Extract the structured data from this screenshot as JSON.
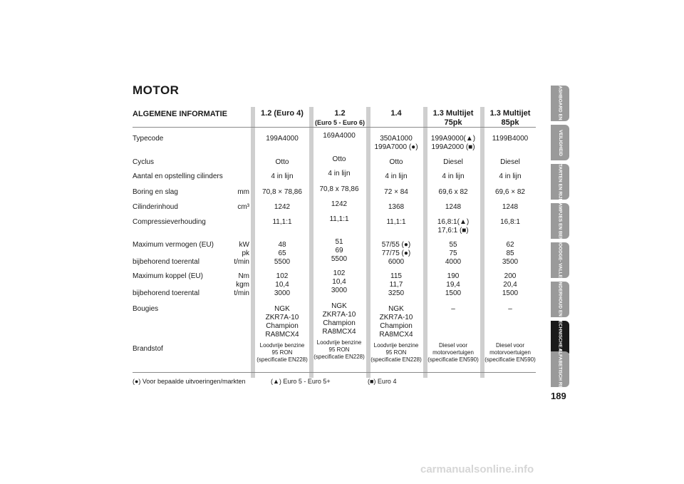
{
  "page_title": "MOTOR",
  "section_title": "ALGEMENE INFORMATIE",
  "columns": [
    {
      "title": "1.2 (Euro 4)",
      "subtitle": ""
    },
    {
      "title": "1.2",
      "subtitle": "(Euro 5 - Euro 6)"
    },
    {
      "title": "1.4",
      "subtitle": ""
    },
    {
      "title": "1.3 Multijet",
      "subtitle": "75pk"
    },
    {
      "title": "1.3 Multijet",
      "subtitle": "85pk"
    }
  ],
  "rows": {
    "typecode": {
      "label": "Typecode",
      "unit": "",
      "values": [
        "199A4000",
        "169A4000",
        "350A1000\n199A7000 (●)",
        "199A9000(▲)\n199A2000 (■)",
        "1199B4000"
      ]
    },
    "cyclus": {
      "label": "Cyclus",
      "unit": "",
      "values": [
        "Otto",
        "Otto",
        "Otto",
        "Diesel",
        "Diesel"
      ]
    },
    "cilinders": {
      "label": "Aantal en opstelling cilinders",
      "unit": "",
      "values": [
        "4 in lijn",
        "4 in lijn",
        "4 in lijn",
        "4 in lijn",
        "4 in lijn"
      ]
    },
    "boring": {
      "label": "Boring en slag",
      "unit": "mm",
      "values": [
        "70,8 × 78,86",
        "70,8 x 78,86",
        "72 × 84",
        "69,6 x 82",
        "69,6 × 82"
      ]
    },
    "inhoud": {
      "label": "Cilinderinhoud",
      "unit": "cm³",
      "values": [
        "1242",
        "1242",
        "1368",
        "1248",
        "1248"
      ]
    },
    "compressie": {
      "label": "Compressieverhouding",
      "unit": "",
      "values": [
        "11,1:1",
        "11,1:1",
        "11,1:1",
        "16,8:1(▲)\n17,6:1 (■)",
        "16,8:1"
      ]
    },
    "vermogen": {
      "label": "Maximum vermogen (EU)",
      "unit": "kW\npk",
      "label2": "bijbehorend toerental",
      "unit2": "t/min",
      "values": [
        "48\n65\n5500",
        "51\n69\n5500",
        "57/55 (●)\n77/75 (●)\n6000",
        "55\n75\n4000",
        "62\n85\n3500"
      ]
    },
    "koppel": {
      "label": "Maximum koppel (EU)",
      "unit": "Nm\nkgm",
      "label2": "bijbehorend toerental",
      "unit2": "t/min",
      "values": [
        "102\n10,4\n3000",
        "102\n10,4\n3000",
        "115\n11,7\n3250",
        "190\n19,4\n1500",
        "200\n20,4\n1500"
      ]
    },
    "bougies": {
      "label": "Bougies",
      "unit": "",
      "values": [
        "NGK\nZKR7A-10\nChampion\nRA8MCX4",
        "NGK\nZKR7A-10\nChampion\nRA8MCX4",
        "NGK\nZKR7A-10\nChampion\nRA8MCX4",
        "–",
        "–"
      ]
    },
    "brandstof": {
      "label": "Brandstof",
      "unit": "",
      "values": [
        "Loodvrije benzine\n95 RON\n(specificatie EN228)",
        "Loodvrije benzine\n95 RON\n(specificatie EN228)",
        "Loodvrije benzine\n95 RON\n(specificatie EN228)",
        "Diesel voor\nmotorvoertuigen\n(specificatie EN590)",
        "Diesel voor\nmotorvoertuigen\n(specificatie EN590)"
      ]
    }
  },
  "footnotes": {
    "circle": "(●) Voor bepaalde uitvoeringen/markten",
    "triangle": "(▲)  Euro 5 - Euro 5+",
    "square": "(■)  Euro 4"
  },
  "side_tabs": [
    {
      "label": "DASHBOARD EN BEDIENING",
      "active": false
    },
    {
      "label": "VEILIGHEID",
      "active": false
    },
    {
      "label": "STARTEN EN RIJDEN",
      "active": false
    },
    {
      "label": "LAMPJES EN BERICHTEN",
      "active": false
    },
    {
      "label": "NOODGE- VALLEN",
      "active": false
    },
    {
      "label": "ONDERHOUD EN ZORG",
      "active": false
    },
    {
      "label": "TECHNISCHE GEGEVENS",
      "active": true
    },
    {
      "label": "ALFABETISCH REGISTER",
      "active": false
    }
  ],
  "page_number": "189",
  "watermark": "carmanualsonline.info"
}
